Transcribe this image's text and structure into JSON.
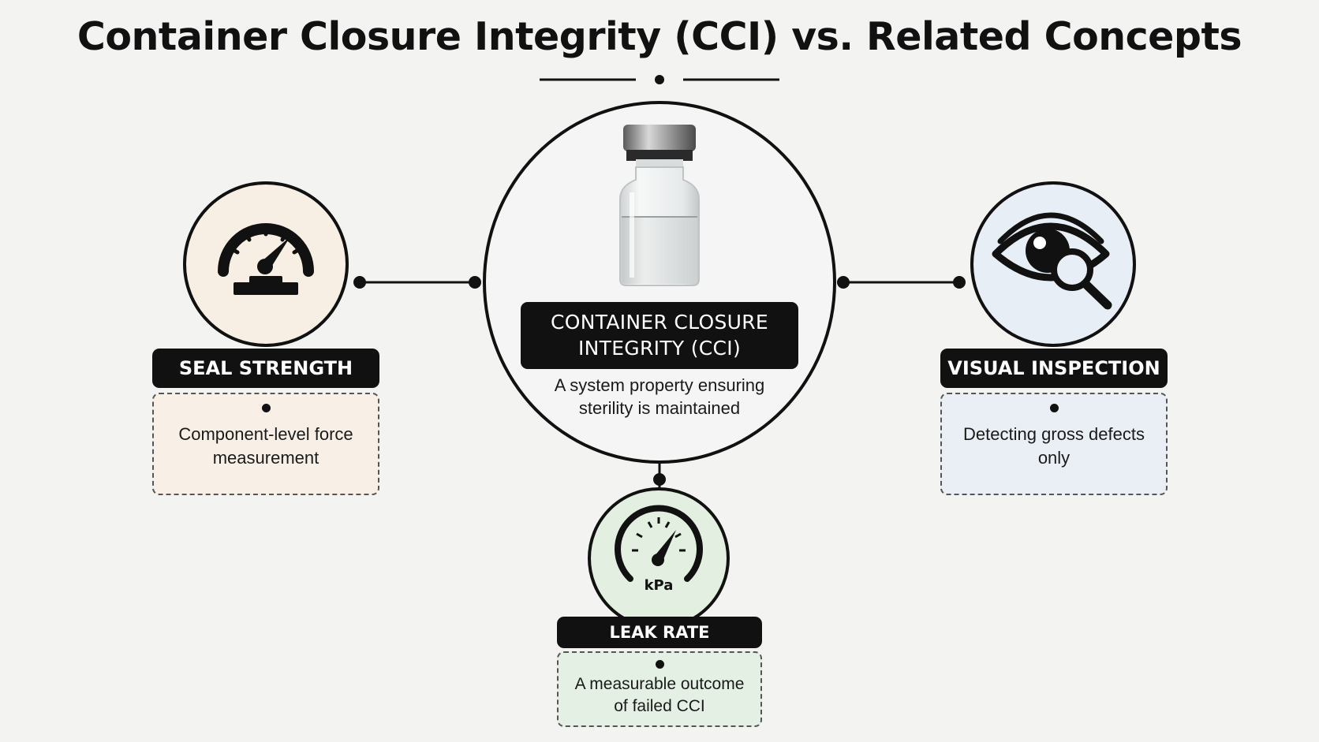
{
  "title": "Container Closure Integrity (CCI) vs. Related Concepts",
  "central": {
    "label_line1": "CONTAINER CLOSURE",
    "label_line2": "INTEGRITY (CCI)",
    "description": "A system property ensuring sterility is maintained",
    "icon": "vial-icon"
  },
  "nodes": {
    "seal": {
      "label": "SEAL STRENGTH",
      "description": "Component-level force measurement",
      "icon": "speedometer-gauge-icon",
      "color": "#f7efe4"
    },
    "visual": {
      "label": "VISUAL INSPECTION",
      "description": "Detecting gross defects only",
      "icon": "eye-magnifier-icon",
      "color": "#e7eef5"
    },
    "leak": {
      "label": "LEAK RATE",
      "description": "A measurable outcome of failed CCI",
      "icon": "pressure-gauge-icon",
      "unit": "kPa",
      "color": "#e3efe1"
    }
  }
}
